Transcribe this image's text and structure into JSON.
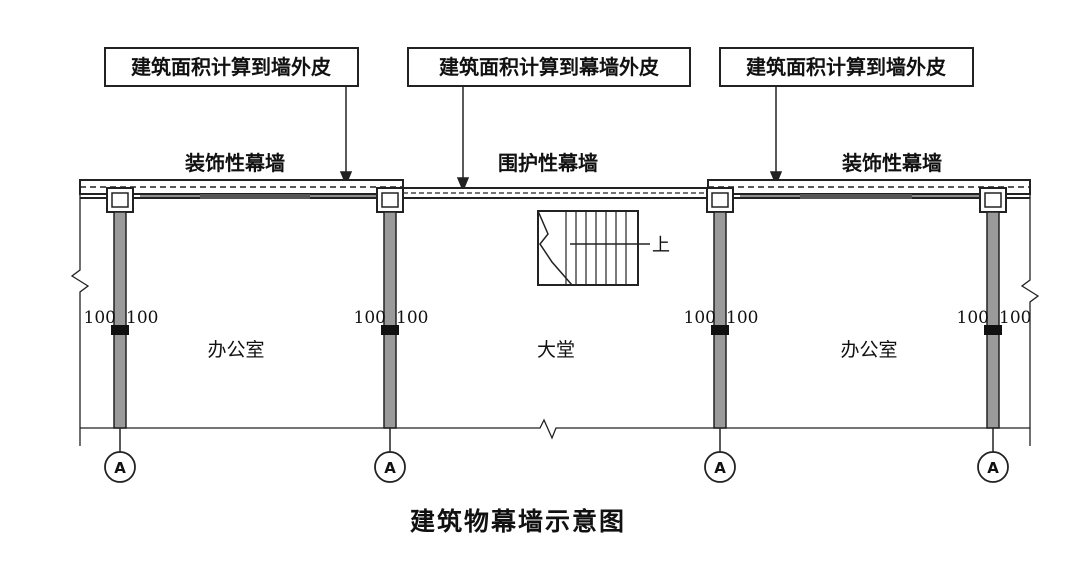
{
  "callouts": [
    {
      "label": "建筑面积计算到墙外皮"
    },
    {
      "label": "建筑面积计算到幕墙外皮"
    },
    {
      "label": "建筑面积计算到墙外皮"
    }
  ],
  "wall_zones": [
    {
      "label": "装饰性幕墙"
    },
    {
      "label": "围护性幕墙"
    },
    {
      "label": "装饰性幕墙"
    }
  ],
  "rooms": [
    {
      "label": "办公室"
    },
    {
      "label": "大堂"
    },
    {
      "label": "办公室"
    }
  ],
  "columns": [
    {
      "dim_left": "100",
      "dim_right": "100",
      "axis": "A"
    },
    {
      "dim_left": "100",
      "dim_right": "100",
      "axis": "A"
    },
    {
      "dim_left": "100",
      "dim_right": "100",
      "axis": "A"
    },
    {
      "dim_left": "100",
      "dim_right": "100",
      "axis": "A"
    }
  ],
  "stair": {
    "label": "上"
  },
  "title": "建筑物幕墙示意图",
  "colors": {
    "line": "#222222",
    "wall_fill": "#9a9a9a",
    "background": "#ffffff"
  }
}
